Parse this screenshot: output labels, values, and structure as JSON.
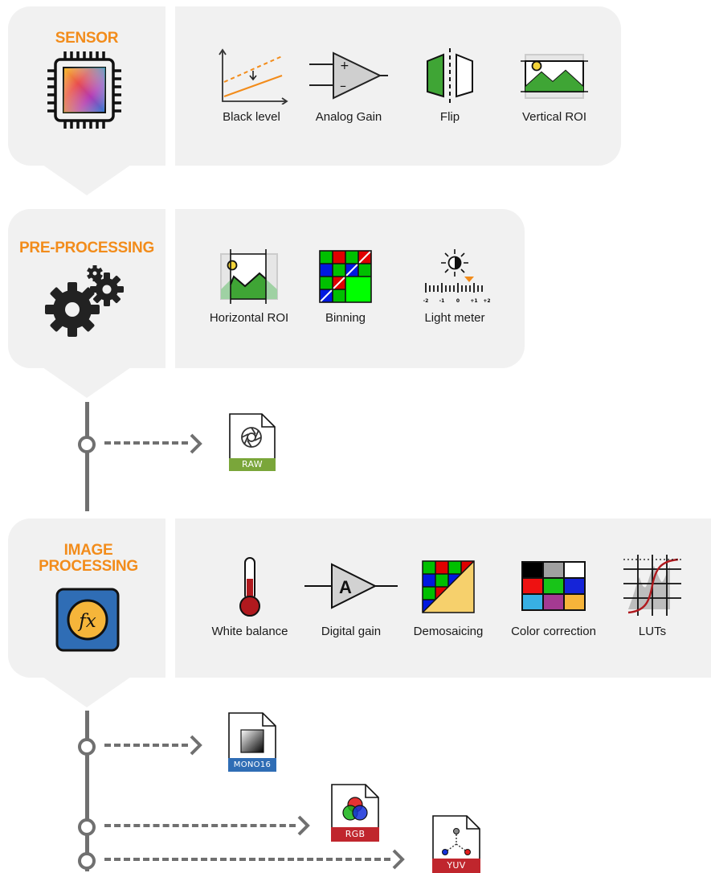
{
  "stages": [
    {
      "title": "SENSOR",
      "icon": "sensor-chip-icon",
      "tools": [
        {
          "label": "Black level",
          "icon": "black-level-icon"
        },
        {
          "label": "Analog Gain",
          "icon": "analog-gain-icon"
        },
        {
          "label": "Flip",
          "icon": "flip-icon"
        },
        {
          "label": "Vertical ROI",
          "icon": "vertical-roi-icon"
        }
      ]
    },
    {
      "title": "PRE-PROCESSING",
      "icon": "gears-icon",
      "tools": [
        {
          "label": "Horizontal ROI",
          "icon": "horizontal-roi-icon"
        },
        {
          "label": "Binning",
          "icon": "binning-icon"
        },
        {
          "label": "Light meter",
          "icon": "light-meter-icon"
        }
      ]
    },
    {
      "title": "IMAGE PROCESSING",
      "icon": "fx-function-icon",
      "tools": [
        {
          "label": "White balance",
          "icon": "thermometer-icon"
        },
        {
          "label": "Digital gain",
          "icon": "digital-gain-icon"
        },
        {
          "label": "Demosaicing",
          "icon": "demosaicing-icon"
        },
        {
          "label": "Color correction",
          "icon": "color-correction-icon"
        },
        {
          "label": "LUTs",
          "icon": "lut-curve-icon"
        }
      ]
    }
  ],
  "light_meter_scale": [
    "-2",
    "-1",
    "0",
    "+1",
    "+2"
  ],
  "outputs": [
    {
      "label": "RAW",
      "color": "#7aa63a",
      "icon": "raw-aperture-icon"
    },
    {
      "label": "MONO16",
      "color": "#2f6db5",
      "icon": "mono-gradient-icon"
    },
    {
      "label": "RGB",
      "color": "#c0262d",
      "icon": "rgb-circles-icon"
    },
    {
      "label": "YUV",
      "color": "#c0262d",
      "icon": "yuv-vector-icon"
    }
  ],
  "colors": {
    "accent": "#f28c1b",
    "panel": "#f1f1f1",
    "pipe": "#707070"
  },
  "digital_gain_letter": "A",
  "fx_symbol": "fx"
}
